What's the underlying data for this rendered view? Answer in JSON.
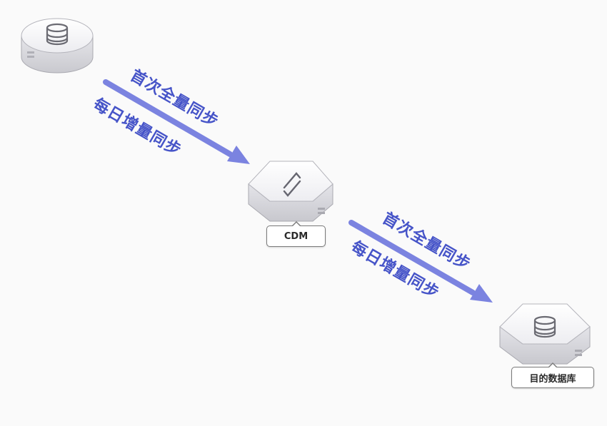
{
  "flows": [
    {
      "full_sync": "首次全量同步",
      "incremental_sync": "每日增量同步"
    },
    {
      "full_sync": "首次全量同步",
      "incremental_sync": "每日增量同步"
    }
  ],
  "nodes": {
    "source": {
      "icon": "database-icon"
    },
    "middle": {
      "icon": "transfer-icon",
      "label": "CDM"
    },
    "target": {
      "icon": "database-icon",
      "label": "目的数据库"
    }
  },
  "colors": {
    "arrow": "#7b83e0",
    "text": "#4654c8"
  }
}
